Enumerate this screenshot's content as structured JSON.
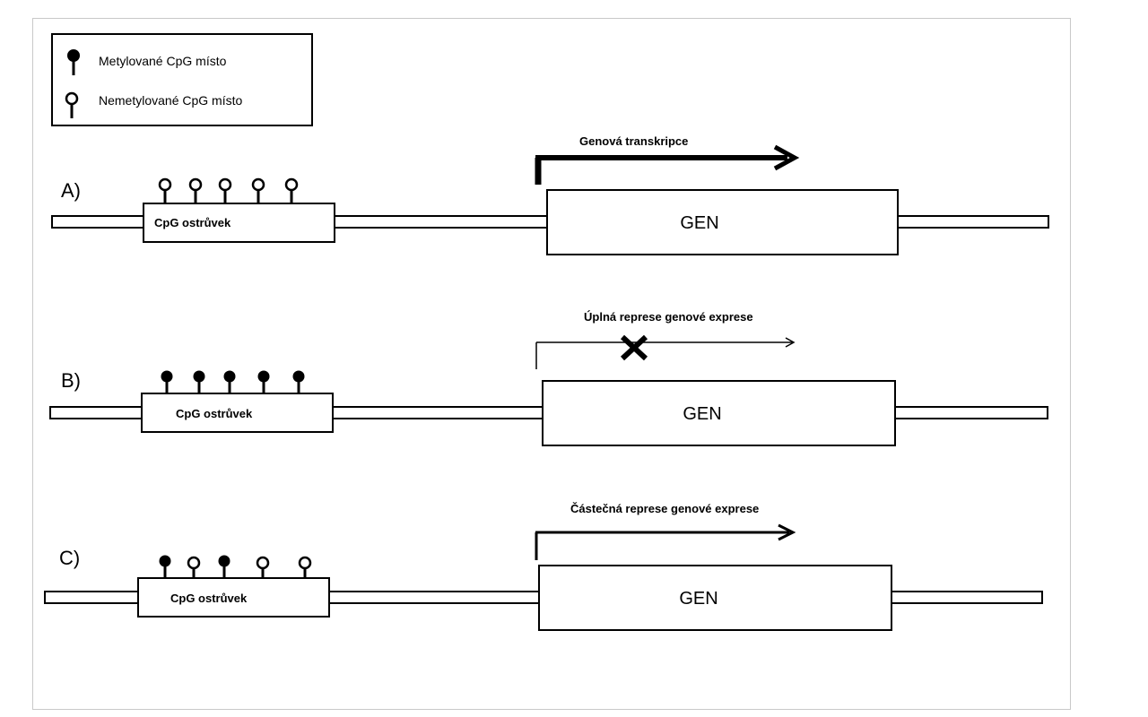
{
  "legend": {
    "methylated_label": "Metylované CpG místo",
    "unmethylated_label": "Nemetylované CpG místo"
  },
  "panels": [
    {
      "letter": "A)",
      "island_label": "CpG ostrůvek",
      "gene_label": "GEN",
      "arrow_label": "Genová transkripce",
      "arrow_style": "thick",
      "blocked": false,
      "sites": [
        "unmethylated",
        "unmethylated",
        "unmethylated",
        "unmethylated",
        "unmethylated"
      ]
    },
    {
      "letter": "B)",
      "island_label": "CpG ostrůvek",
      "gene_label": "GEN",
      "arrow_label": "Úplná represe genové exprese",
      "arrow_style": "thin",
      "blocked": true,
      "sites": [
        "methylated",
        "methylated",
        "methylated",
        "methylated",
        "methylated"
      ]
    },
    {
      "letter": "C)",
      "island_label": "CpG ostrůvek",
      "gene_label": "GEN",
      "arrow_label": "Částečná represe genové exprese",
      "arrow_style": "medium",
      "blocked": false,
      "sites": [
        "methylated",
        "unmethylated",
        "methylated",
        "unmethylated",
        "unmethylated"
      ]
    }
  ]
}
